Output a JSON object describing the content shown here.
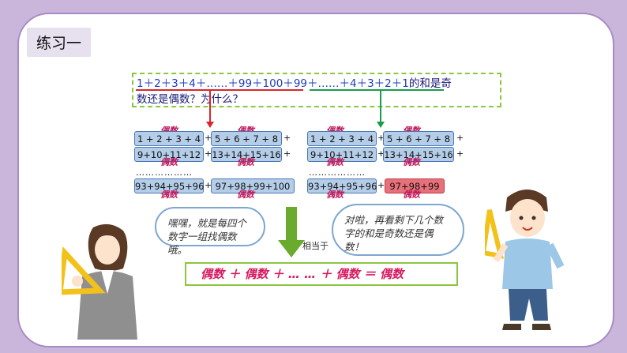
{
  "title": "练习一",
  "question": {
    "expr_part1": "1＋2＋3＋4＋……＋99＋100＋",
    "expr_part2": "99＋……＋4＋3＋2＋1",
    "suffix": "的和是奇",
    "line2": "数还是偶数？为什么？"
  },
  "tag_even": "偶数",
  "left_rows": {
    "r1a": "1 + 2 + 3 + 4",
    "r1b": "5 +  6 + 7 + 8",
    "r2a": "9+10+11+12",
    "r2b": "13+14+15+16",
    "r3a": "93+94+95+96",
    "r3b": "97+98+99+100"
  },
  "right_rows": {
    "r1a": "1 + 2 + 3 + 4",
    "r1b": "5 +  6 + 7 + 8",
    "r2a": "9+10+11+12",
    "r2b": "13+14+15+16",
    "r3a": "93+94+95+96",
    "r3b": "97+98+99"
  },
  "plus": "+",
  "dots": "………………",
  "bubble_left": "嘿嘿，就是每四个数字一组找偶数哦。",
  "bubble_right": "对啦，再看剩下几个数字的和是奇数还是偶数！",
  "equivalent": "相当于",
  "result": "偶数 ＋ 偶数 ＋ … … ＋ 偶数 ＝ 偶数"
}
